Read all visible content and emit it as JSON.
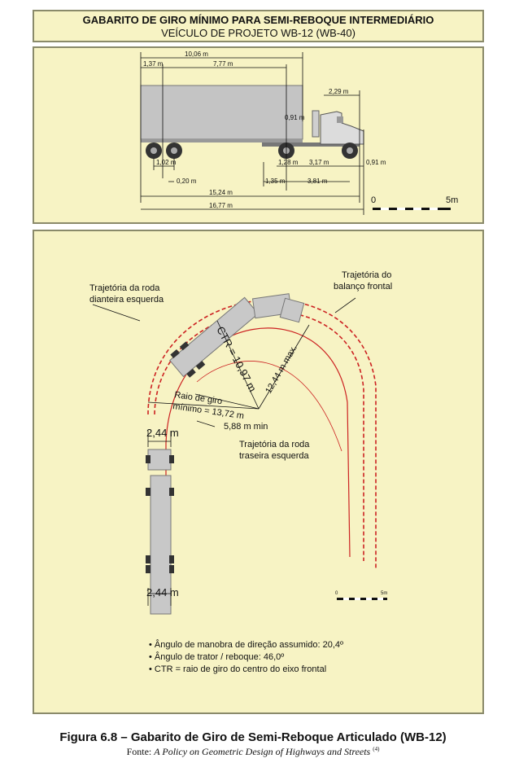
{
  "header": {
    "title": "GABARITO DE GIRO MÍNIMO PARA SEMI-REBOQUE INTERMEDIÁRIO",
    "subtitle": "VEÍCULO DE PROJETO WB-12 (WB-40)"
  },
  "side_view": {
    "dims": {
      "total_top": "10,06 m",
      "front_overhang": "1,37 m",
      "trailer_wb": "7,77 m",
      "cab_length": "2,29 m",
      "kingpin_offset": "0,91 m",
      "rear_axle_spacing": "1,02 m",
      "rear_axle_offset": "0,20 m",
      "tractor_axle_a": "1,28 m",
      "tractor_wb": "3,17 m",
      "front_overhang_tractor": "0,91 m",
      "tractor_a": "1,35 m",
      "tractor_b": "3,81 m",
      "wb": "15,24 m",
      "overall": "16,77 m"
    },
    "scale": {
      "start": "0",
      "end": "5m"
    }
  },
  "turn_view": {
    "labels": {
      "front_wheel_path_1": "Trajetória da roda",
      "front_wheel_path_2": "dianteira esquerda",
      "front_overhang_path_1": "Trajetória do",
      "front_overhang_path_2": "balanço frontal",
      "ctr": "CTR = 10,97 m",
      "max": "12,44 m max.",
      "radius_1": "Raio de giro",
      "radius_2": "mínimo = 13,72 m",
      "min": "5,88 m min",
      "rear_wheel_path_1": "Trajetória da roda",
      "rear_wheel_path_2": "traseira esquerda",
      "width_top": "2,44 m",
      "width_bottom": "2,44 m"
    },
    "scale": {
      "start": "0",
      "end": "5m"
    }
  },
  "notes": [
    "• Ângulo de manobra de direção assumido: 20,4º",
    "• Ângulo de trator / reboque: 46,0º",
    "• CTR = raio de giro do centro do eixo frontal"
  ],
  "caption": "Figura 6.8 – Gabarito de Giro de Semi-Reboque Articulado (WB-12)",
  "source": {
    "prefix": "Fonte: ",
    "title": "A Policy on Geometric Design of Highways and Streets",
    "ref": "(4)"
  },
  "colors": {
    "panel": "#f7f3c4",
    "path_red": "#cc2222",
    "vehicle_gray": "#c8c8c8"
  }
}
